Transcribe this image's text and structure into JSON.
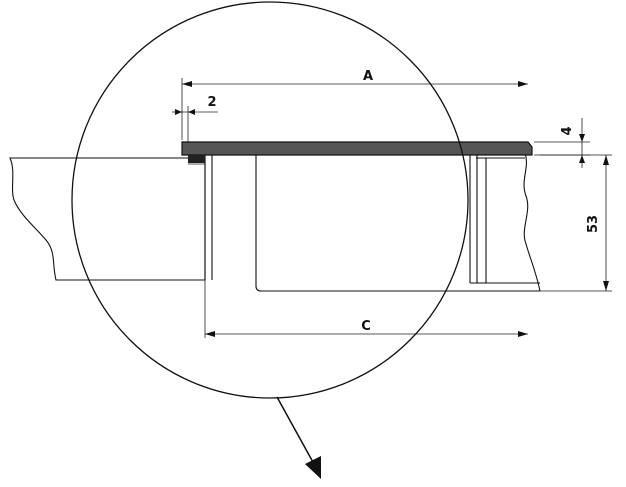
{
  "labels": {
    "dim_a": "A",
    "dim_c": "C",
    "dim_gap": "2",
    "dim_top_thickness": "4",
    "dim_height": "53"
  },
  "colors": {
    "line": "#111111",
    "worktop_fill": "#555555",
    "seal_fill": "#222222",
    "background": "#ffffff"
  },
  "icons": {
    "detail_circle": "magnifier-circle",
    "pointer": "arrow-down-right"
  }
}
